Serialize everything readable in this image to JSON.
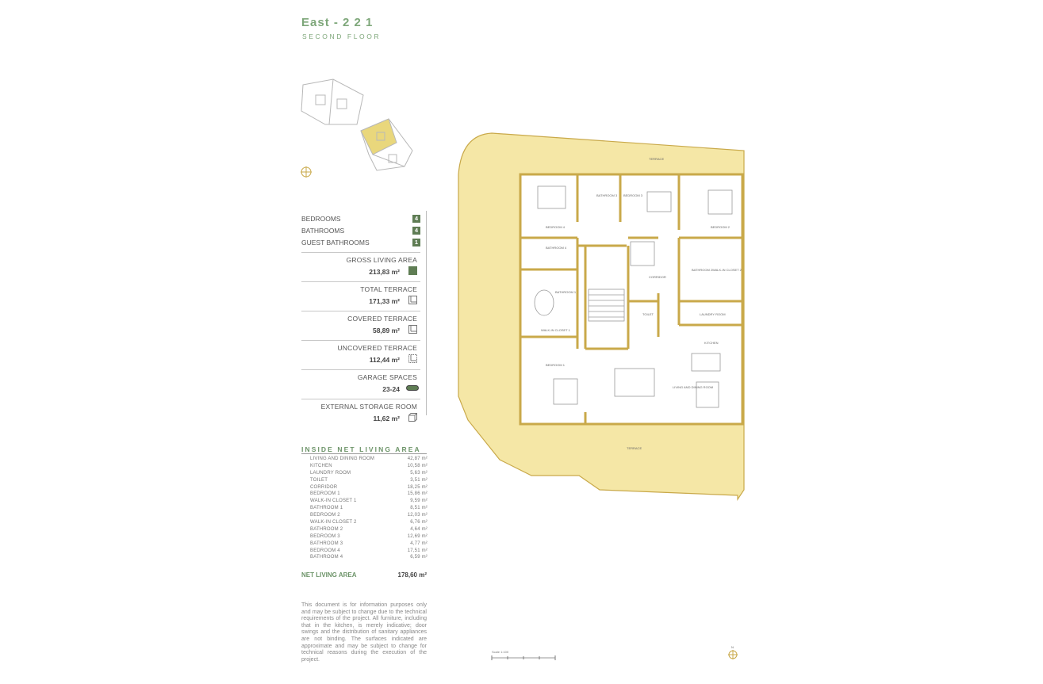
{
  "header": {
    "title": "East - 2 2 1",
    "subtitle": "SECOND FLOOR"
  },
  "counts": [
    {
      "label": "BEDROOMS",
      "value": "4"
    },
    {
      "label": "BATHROOMS",
      "value": "4"
    },
    {
      "label": "GUEST BATHROOMS",
      "value": "1"
    }
  ],
  "areas": [
    {
      "label": "GROSS LIVING AREA",
      "value": "213,83 m²",
      "icon": "filled-square-icon"
    },
    {
      "label": "TOTAL TERRACE",
      "value": "171,33 m²",
      "icon": "terrace-icon"
    },
    {
      "label": "COVERED TERRACE",
      "value": "58,89 m²",
      "icon": "covered-terrace-icon"
    },
    {
      "label": "UNCOVERED TERRACE",
      "value": "112,44 m²",
      "icon": "uncovered-terrace-icon"
    },
    {
      "label": "GARAGE SPACES",
      "value": "23-24",
      "icon": "car-icon"
    },
    {
      "label": "EXTERNAL STORAGE ROOM",
      "value": "11,62 m²",
      "icon": "storage-box-icon"
    }
  ],
  "inside": {
    "heading": "INSIDE NET LIVING AREA",
    "rooms": [
      {
        "name": "LIVING AND DINING ROOM",
        "area": "42,87 m²"
      },
      {
        "name": "KITCHEN",
        "area": "10,58 m²"
      },
      {
        "name": "LAUNDRY ROOM",
        "area": "5,63 m²"
      },
      {
        "name": "TOILET",
        "area": "3,51 m²"
      },
      {
        "name": "CORRIDOR",
        "area": "18,25 m²"
      },
      {
        "name": "BEDROOM 1",
        "area": "15,86 m²"
      },
      {
        "name": "WALK-IN CLOSET 1",
        "area": "9,59 m²"
      },
      {
        "name": "BATHROOM 1",
        "area": "8,51 m²"
      },
      {
        "name": "BEDROOM 2",
        "area": "12,03 m²"
      },
      {
        "name": "WALK-IN CLOSET 2",
        "area": "6,76 m²"
      },
      {
        "name": "BATHROOM 2",
        "area": "4,64 m²"
      },
      {
        "name": "BEDROOM 3",
        "area": "12,69 m²"
      },
      {
        "name": "BATHROOM 3",
        "area": "4,77 m²"
      },
      {
        "name": "BEDROOM 4",
        "area": "17,51 m²"
      },
      {
        "name": "BATHROOM 4",
        "area": "6,59 m²"
      }
    ],
    "net_label": "NET LIVING AREA",
    "net_value": "178,60 m²"
  },
  "disclaimer": "This document is for information purposes only and may be subject to change due to the technical requirements of the project. All furniture, including that in the kitchen, is merely indicative; door swings and the distribution of sanitary appliances are not binding. The surfaces indicated are approximate and may be subject to change for technical reasons during the execution of the project.",
  "plan": {
    "labels": {
      "terrace_top": "TERRACE",
      "terrace_bottom": "TERRACE",
      "bedroom4": "BEDROOM 4",
      "bathroom3": "BATHROOM 3",
      "bedroom3": "BEDROOM 3",
      "bedroom2": "BEDROOM 2",
      "bathroom4": "BATHROOM 4",
      "bathroom1": "BATHROOM 1",
      "corridor": "CORRIDOR",
      "bathroom2": "BATHROOM 2",
      "walkin2": "WALK-IN CLOSET 2",
      "toilet": "TOILET",
      "laundry": "LAUNDRY ROOM",
      "walkin1": "WALK-IN CLOSET 1",
      "kitchen": "KITCHEN",
      "bedroom1": "BEDROOM 1",
      "living": "LIVING AND DINING ROOM"
    },
    "scale_label": "Scale 1:100",
    "north_label": "N",
    "colors": {
      "terrace": "#f5e7a6",
      "wall": "#c9a94a",
      "accent": "#7ea77a",
      "highlight": "#e9d77c"
    }
  }
}
